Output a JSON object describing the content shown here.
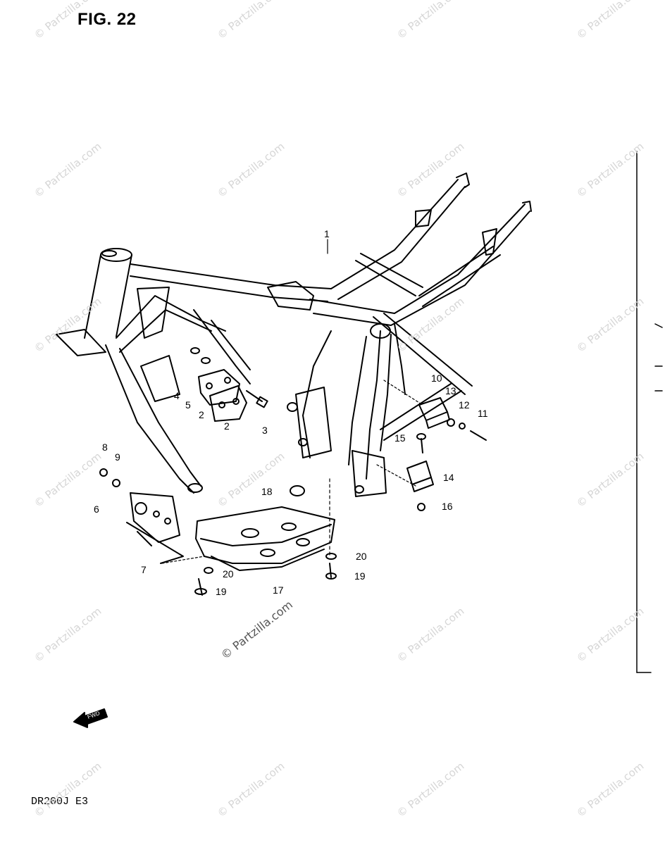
{
  "figure": {
    "title": "FIG. 22",
    "model_code": "DR200J  E3"
  },
  "watermark": {
    "text": "© Partzilla.com"
  },
  "fwd_arrow": {
    "label": "FWD"
  },
  "callouts": [
    {
      "id": "c1",
      "label": "1"
    },
    {
      "id": "c2a",
      "label": "2"
    },
    {
      "id": "c2b",
      "label": "2"
    },
    {
      "id": "c3",
      "label": "3"
    },
    {
      "id": "c4",
      "label": "4"
    },
    {
      "id": "c5",
      "label": "5"
    },
    {
      "id": "c6",
      "label": "6"
    },
    {
      "id": "c7",
      "label": "7"
    },
    {
      "id": "c8",
      "label": "8"
    },
    {
      "id": "c9",
      "label": "9"
    },
    {
      "id": "c10",
      "label": "10"
    },
    {
      "id": "c11",
      "label": "11"
    },
    {
      "id": "c12",
      "label": "12"
    },
    {
      "id": "c13",
      "label": "13"
    },
    {
      "id": "c14",
      "label": "14"
    },
    {
      "id": "c15",
      "label": "15"
    },
    {
      "id": "c16",
      "label": "16"
    },
    {
      "id": "c17",
      "label": "17"
    },
    {
      "id": "c18",
      "label": "18"
    },
    {
      "id": "c19a",
      "label": "19"
    },
    {
      "id": "c19b",
      "label": "19"
    },
    {
      "id": "c20a",
      "label": "20"
    },
    {
      "id": "c20b",
      "label": "20"
    }
  ]
}
